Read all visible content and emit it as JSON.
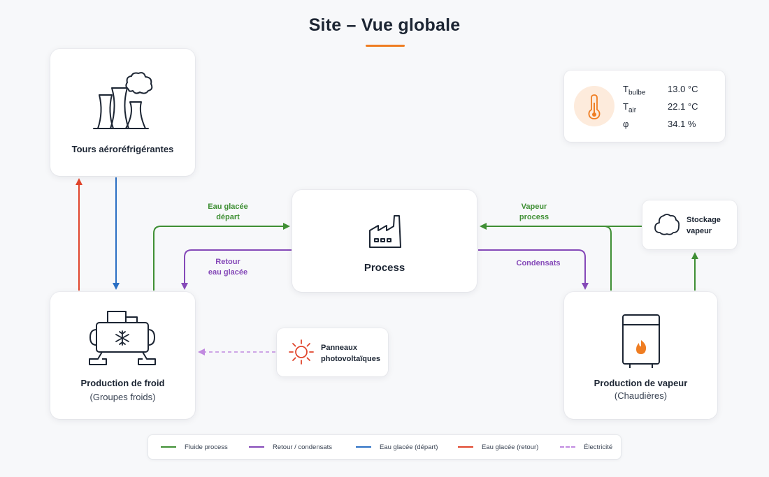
{
  "title": "Site – Vue globale",
  "colors": {
    "accent": "#ef7d22",
    "green": "#3f8f34",
    "purple": "#8549b8",
    "blue": "#2a6fc4",
    "red": "#e0452c",
    "dashed_purple": "#c18ae0"
  },
  "nodes": {
    "tours": {
      "label": "Tours aéroréfrigérantes",
      "icon": "cooling-tower-icon"
    },
    "process": {
      "label": "Process",
      "icon": "factory-icon"
    },
    "froid": {
      "label": "Production de froid",
      "sub": "(Groupes froids)",
      "icon": "chiller-icon"
    },
    "vapeur": {
      "label": "Production de vapeur",
      "sub": "(Chaudières)",
      "icon": "boiler-icon"
    },
    "stockage": {
      "label": "Stockage vapeur",
      "label_line1": "Stockage",
      "label_line2": "vapeur",
      "icon": "cloud-icon"
    },
    "panneaux": {
      "label": "Panneaux photovoltaïques",
      "label_line1": "Panneaux",
      "label_line2": "photovoltaïques",
      "icon": "sun-icon"
    }
  },
  "flow_labels": {
    "eau_glacee_depart": {
      "line1": "Eau glacée",
      "line2": "départ"
    },
    "retour_eau_glacee": {
      "line1": "Retour",
      "line2": "eau glacée"
    },
    "vapeur_process": {
      "line1": "Vapeur",
      "line2": "process"
    },
    "condensats": "Condensats"
  },
  "sensors": {
    "icon": "thermometer-icon",
    "rows": [
      {
        "symbol": "T",
        "subscript": "bulbe",
        "value": "13.0 °C"
      },
      {
        "symbol": "T",
        "subscript": "air",
        "value": "22.1 °C"
      },
      {
        "symbol": "φ",
        "subscript": "",
        "value": "34.1 %"
      }
    ]
  },
  "legend": [
    {
      "label": "Fluide process",
      "color": "#3f8f34",
      "style": "solid"
    },
    {
      "label": "Retour / condensats",
      "color": "#8549b8",
      "style": "solid"
    },
    {
      "label": "Eau glacée (départ)",
      "color": "#2a6fc4",
      "style": "solid"
    },
    {
      "label": "Eau glacée (retour)",
      "color": "#e0452c",
      "style": "solid"
    },
    {
      "label": "Électricité",
      "color": "#c18ae0",
      "style": "dashed"
    }
  ]
}
